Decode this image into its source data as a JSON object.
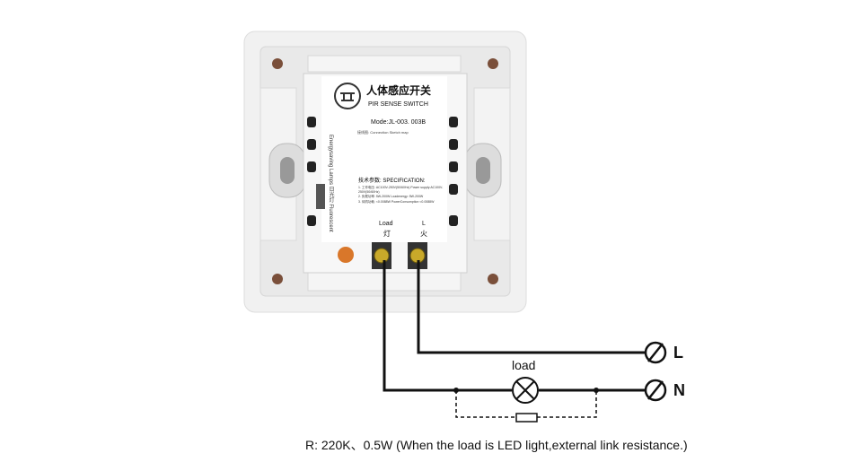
{
  "device": {
    "title_cn": "人体感应开关",
    "title_en": "PIR SENSE SWITCH",
    "model": "Mode:JL-003. 003B",
    "diagram_label": "接线图: Connection Sketch map",
    "spec_title": "技术参数: SPECIFICATION:",
    "spec_lines": [
      "1. 工作电压: AC100V-250V(50/60Hz) Power supply:AC100V-250V(50/60Hz)",
      "2. 负载功率: 5W-200W Loadenergy: 5W-200W",
      "3. 待机功耗: <0.0088W PowerConsumption <0.0088W"
    ],
    "side_text": "Energysaving Lamps  日光灯 Fluorescent",
    "terminal_load": "Load",
    "terminal_load_cn": "灯",
    "terminal_l": "L",
    "terminal_l_cn": "火"
  },
  "wiring": {
    "lamp_label": "load",
    "line_label": "L",
    "neutral_label": "N",
    "caption": "R: 220K、0.5W (When the load is LED light,external link resistance.)"
  }
}
